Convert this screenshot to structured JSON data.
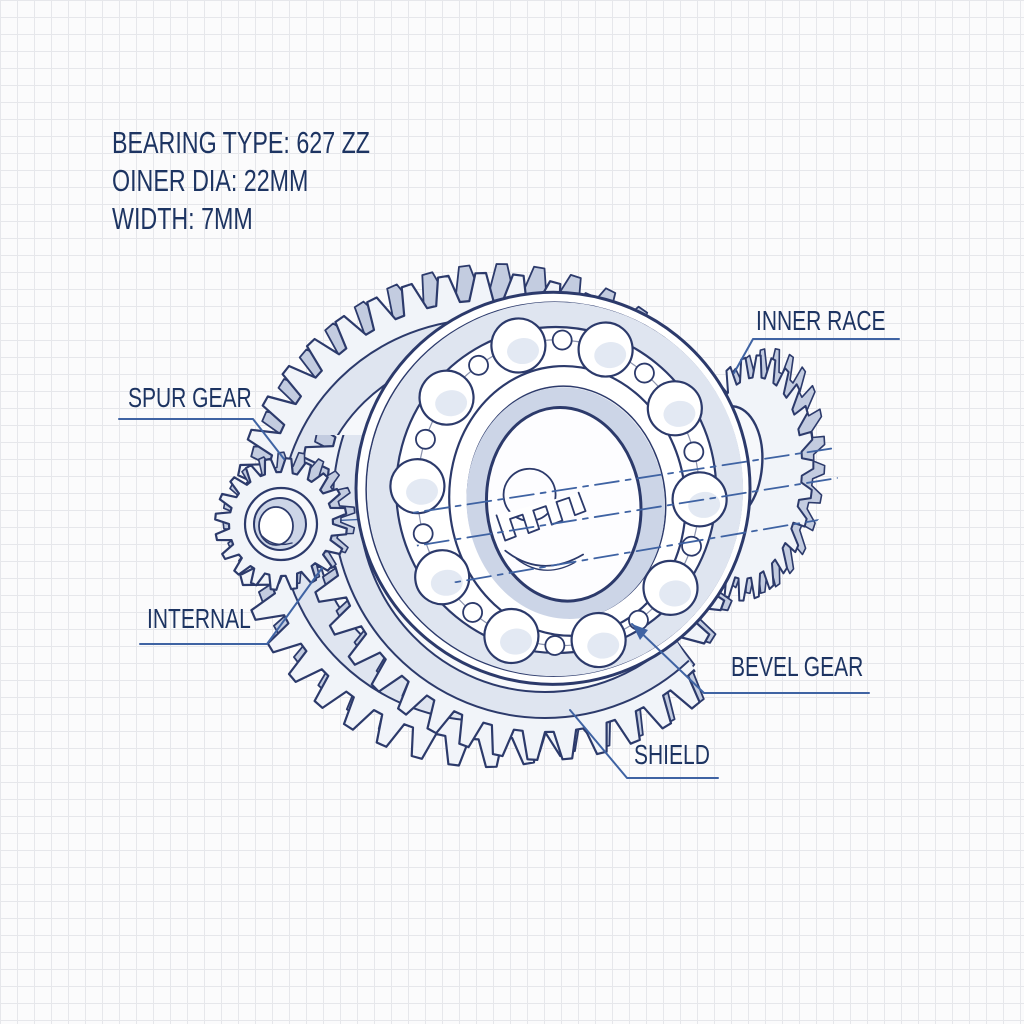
{
  "spec": {
    "lines": [
      "BEARING TYPE: 627 ZZ",
      "OINER DIA: 22MM",
      "WIDTH: 7MM"
    ]
  },
  "callouts": {
    "inner_race": "INNER RACE",
    "spur_gear": "SPUR GEAR",
    "internal": "INTERNAL",
    "bevel_gear": "BEVEL GEAR",
    "shield": "SHIELD"
  },
  "colors": {
    "ink": "#2c3a6b",
    "shade_dark": "#c3cce0",
    "shade": "#ccd5e7",
    "shade_light": "#dfe5f0",
    "face": "#f1f4f9",
    "face_light": "#f6f8fb",
    "ball_shade": "#e3e9f3",
    "leader": "#3f63a3",
    "text": "#1d3462",
    "grid": "#e6e7eb",
    "paper": "#fbfbfc"
  }
}
